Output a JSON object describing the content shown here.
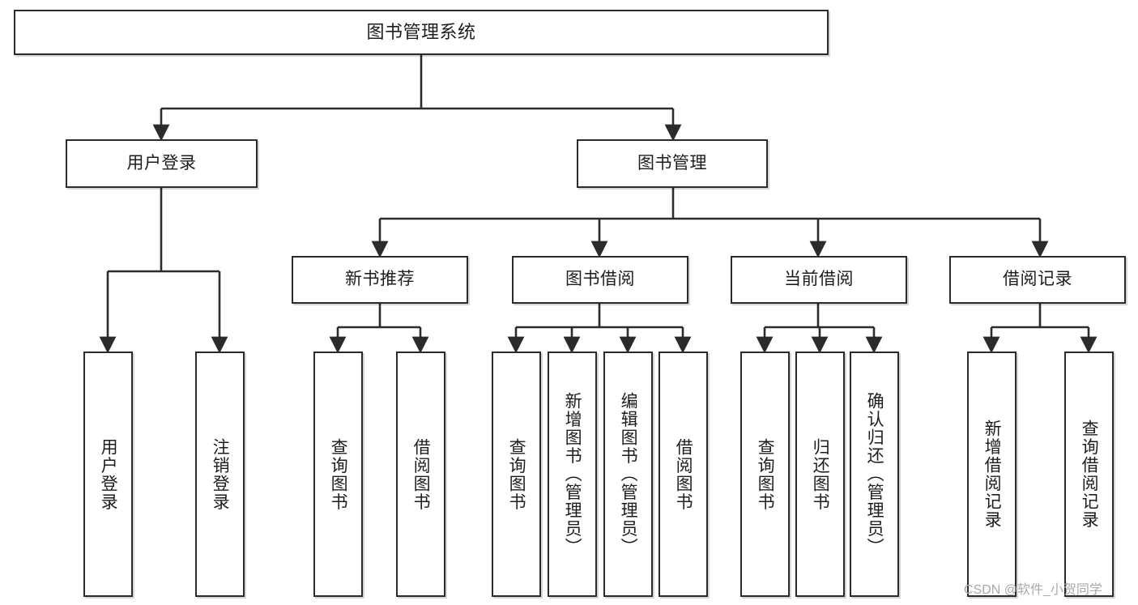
{
  "diagram": {
    "title": "图书管理系统",
    "type": "tree-hierarchy",
    "watermark": "CSDN @软件_小贺同学",
    "accent_color": "#2b2b2b",
    "background_color": "#ffffff",
    "levels": {
      "root": {
        "label": "图书管理系统"
      },
      "level2": [
        {
          "id": "user-login",
          "label": "用户登录"
        },
        {
          "id": "book-management",
          "label": "图书管理"
        }
      ],
      "level3": [
        {
          "id": "new-book-recommend",
          "label": "新书推荐",
          "parent": "book-management"
        },
        {
          "id": "book-borrow",
          "label": "图书借阅",
          "parent": "book-management"
        },
        {
          "id": "current-borrow",
          "label": "当前借阅",
          "parent": "book-management"
        },
        {
          "id": "borrow-record",
          "label": "借阅记录",
          "parent": "book-management"
        }
      ],
      "leaves": [
        {
          "id": "leaf-user-login",
          "label": "用户登录",
          "parent": "user-login"
        },
        {
          "id": "leaf-user-logout",
          "label": "注销登录",
          "parent": "user-login"
        },
        {
          "id": "leaf-query-book-1",
          "label": "查询图书",
          "parent": "new-book-recommend"
        },
        {
          "id": "leaf-borrow-book-1",
          "label": "借阅图书",
          "parent": "new-book-recommend"
        },
        {
          "id": "leaf-query-book-2",
          "label": "查询图书",
          "parent": "book-borrow"
        },
        {
          "id": "leaf-add-book",
          "label": "新增图书（管理员）",
          "parent": "book-borrow"
        },
        {
          "id": "leaf-edit-book",
          "label": "编辑图书（管理员）",
          "parent": "book-borrow"
        },
        {
          "id": "leaf-borrow-book-2",
          "label": "借阅图书",
          "parent": "book-borrow"
        },
        {
          "id": "leaf-query-book-3",
          "label": "查询图书",
          "parent": "current-borrow"
        },
        {
          "id": "leaf-return-book",
          "label": "归还图书",
          "parent": "current-borrow"
        },
        {
          "id": "leaf-confirm-return",
          "label": "确认归还（管理员）",
          "parent": "current-borrow"
        },
        {
          "id": "leaf-add-record",
          "label": "新增借阅记录",
          "parent": "borrow-record"
        },
        {
          "id": "leaf-query-record",
          "label": "查询借阅记录",
          "parent": "borrow-record"
        }
      ]
    }
  }
}
